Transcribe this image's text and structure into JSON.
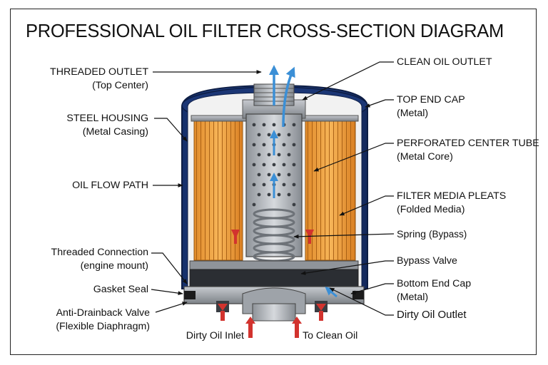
{
  "title": "PROFESSIONAL OIL FILTER CROSS-SECTION DIAGRAM",
  "colors": {
    "housing": "#1f3a7a",
    "media": "#f0a040",
    "flow_clean": "#3b8fd6",
    "flow_dirty": "#d2332e",
    "metal": "#a9adb3"
  },
  "labels_left": [
    {
      "main": "THREADED OUTLET",
      "sub": "(Top Center)"
    },
    {
      "main": "STEEL HOUSING",
      "sub": "(Metal Casing)"
    },
    {
      "main": "OIL FLOW PATH",
      "sub": ""
    },
    {
      "main": "Threaded Connection",
      "sub": "(engine mount)"
    },
    {
      "main": "Gasket Seal",
      "sub": ""
    },
    {
      "main": "Anti-Drainback Valve",
      "sub": "(Flexible Diaphragm)"
    }
  ],
  "labels_right": [
    {
      "main": "CLEAN OIL OUTLET",
      "sub": ""
    },
    {
      "main": "TOP END CAP",
      "sub": "(Metal)"
    },
    {
      "main": "PERFORATED CENTER TUBE",
      "sub": "(Metal Core)"
    },
    {
      "main": "FILTER MEDIA PLEATS",
      "sub": "(Folded Media)"
    },
    {
      "main": "Spring",
      "sub": "(Bypass)"
    },
    {
      "main": "Bypass Valve",
      "sub": ""
    },
    {
      "main": "Bottom End Cap",
      "sub": "(Metal)"
    },
    {
      "main": "Dirty Oil Outlet",
      "sub": ""
    }
  ],
  "labels_bottom": [
    {
      "main": "Dirty Oil Inlet"
    },
    {
      "main": "To Clean Oil"
    }
  ]
}
